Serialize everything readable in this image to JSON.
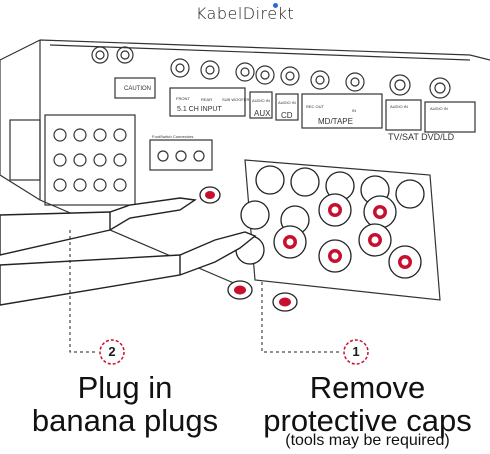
{
  "brand": {
    "logo_text": "KabelDirekt",
    "accent_color": "#c8102e",
    "dot_color": "#2a6ad4"
  },
  "panel_labels": {
    "caution": "CAUTION",
    "input_51": "5.1 CH INPUT",
    "front": "FRONT",
    "rear": "REAR",
    "subwoofer": "SUB WOOFER",
    "audio_in_1": "AUDIO IN",
    "aux": "AUX",
    "audio_in_2": "AUDIO IN",
    "cd": "CD",
    "rec_out": "REC OUT",
    "in": "IN",
    "md_tape": "MD/TAPE",
    "audio_in_3": "AUDIO IN",
    "audio_in_4": "AUDIO IN",
    "tv_sat_dvd": "TV/SAT DVD/LD",
    "footswitch": "FootSwitch Connectors"
  },
  "steps": [
    {
      "number": "1",
      "label": "Remove\nprotective caps",
      "note": "(tools may be required)"
    },
    {
      "number": "2",
      "label": "Plug in\nbanana plugs"
    }
  ]
}
